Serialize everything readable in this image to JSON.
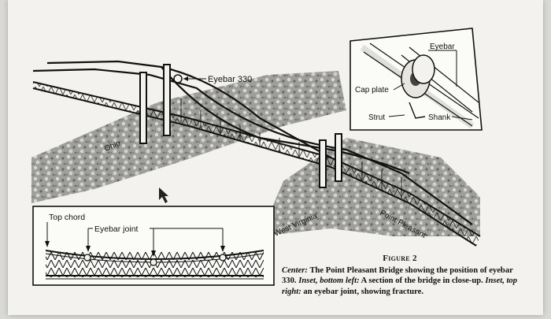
{
  "figure": {
    "labels": {
      "eyebar_330": "Eyebar 330",
      "ohio": "Ohio",
      "west_virginia": "West Virginia",
      "point_pleasant": "Point Pleasant"
    },
    "inset_top_right": {
      "eyebar": "Eyebar",
      "cap_plate": "Cap plate",
      "strut": "Strut",
      "shank": "Shank"
    },
    "inset_bottom_left": {
      "top_chord": "Top chord",
      "eyebar_joint": "Eyebar joint"
    }
  },
  "caption": {
    "title": "Figure 2",
    "center_label": "Center:",
    "center_text": "The Point Pleasant Bridge showing the position of eyebar 330.",
    "inset_bottom_label": "Inset, bottom left:",
    "inset_bottom_text": "A section of the bridge in close-up.",
    "inset_top_label": "Inset, top right:",
    "inset_top_text": "an eyebar joint, showing fracture."
  }
}
